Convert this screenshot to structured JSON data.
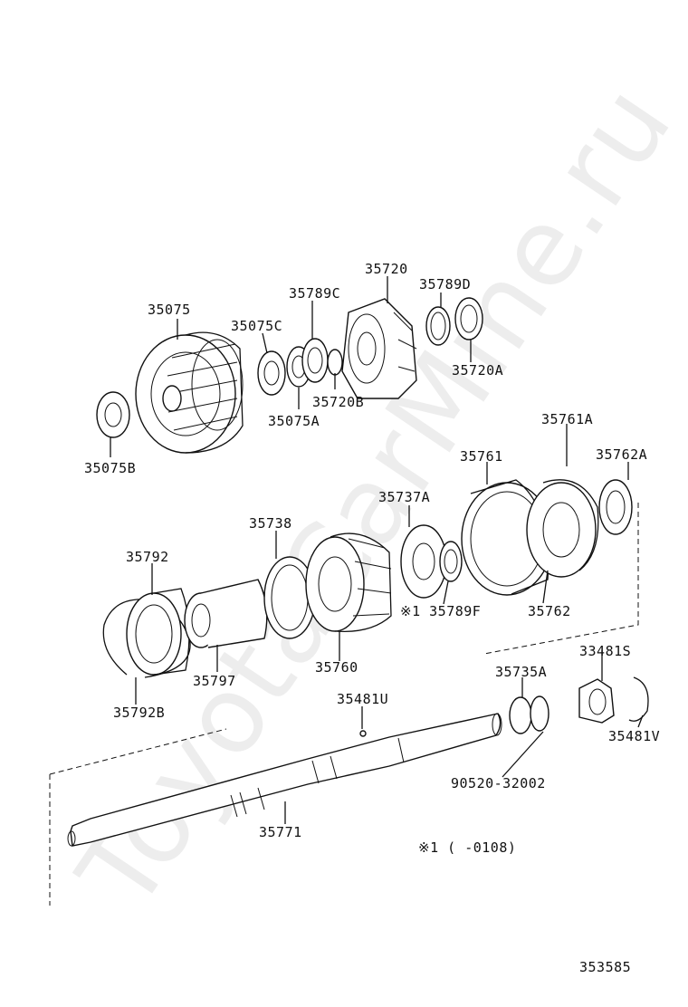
{
  "watermark": "ToyotaCarMine.ru",
  "diagram_id": "353585",
  "footnote": "※1 (      -0108)",
  "parts": [
    {
      "id": "p35075",
      "label": "35075"
    },
    {
      "id": "p35075C",
      "label": "35075C"
    },
    {
      "id": "p35789C",
      "label": "35789C"
    },
    {
      "id": "p35720",
      "label": "35720"
    },
    {
      "id": "p35789D",
      "label": "35789D"
    },
    {
      "id": "p35720A",
      "label": "35720A"
    },
    {
      "id": "p35720B",
      "label": "35720B"
    },
    {
      "id": "p35075A",
      "label": "35075A"
    },
    {
      "id": "p35075B",
      "label": "35075B"
    },
    {
      "id": "p35761A",
      "label": "35761A"
    },
    {
      "id": "p35761",
      "label": "35761"
    },
    {
      "id": "p35762A",
      "label": "35762A"
    },
    {
      "id": "p35737A",
      "label": "35737A"
    },
    {
      "id": "p35738",
      "label": "35738"
    },
    {
      "id": "p35792",
      "label": "35792"
    },
    {
      "id": "p35789F",
      "label": "※1 35789F"
    },
    {
      "id": "p35762",
      "label": "35762"
    },
    {
      "id": "p35760",
      "label": "35760"
    },
    {
      "id": "p35797",
      "label": "35797"
    },
    {
      "id": "p35792B",
      "label": "35792B"
    },
    {
      "id": "p33481S",
      "label": "33481S"
    },
    {
      "id": "p35735A",
      "label": "35735A"
    },
    {
      "id": "p35481U",
      "label": "35481U"
    },
    {
      "id": "p35481V",
      "label": "35481V"
    },
    {
      "id": "p90520",
      "label": "90520-32002"
    },
    {
      "id": "p35771",
      "label": "35771"
    }
  ]
}
